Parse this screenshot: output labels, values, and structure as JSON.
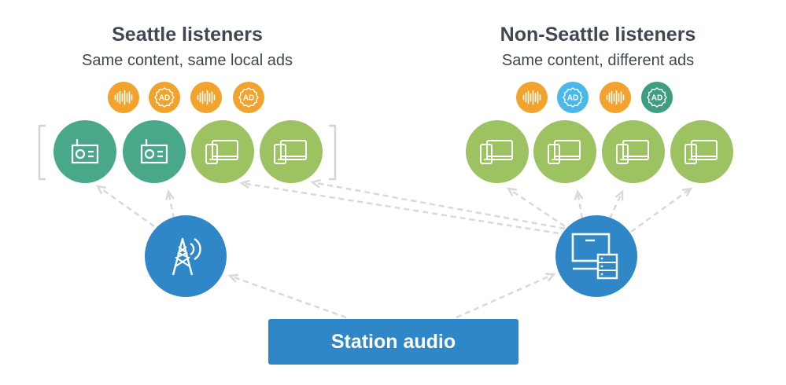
{
  "left_group": {
    "title": "Seattle listeners",
    "subtitle": "Same content, same local ads",
    "ad_chips": [
      {
        "icon": "audio-wave-icon",
        "color": "#f1a32d"
      },
      {
        "icon": "ad-badge-icon",
        "color": "#f1a32d"
      },
      {
        "icon": "audio-wave-icon",
        "color": "#f1a32d"
      },
      {
        "icon": "ad-badge-icon",
        "color": "#f1a32d"
      }
    ],
    "devices": [
      {
        "icon": "radio-icon",
        "color": "#4aa88a"
      },
      {
        "icon": "radio-icon",
        "color": "#4aa88a"
      },
      {
        "icon": "phone-tablet-icon",
        "color": "#9cc261"
      },
      {
        "icon": "phone-tablet-icon",
        "color": "#9cc261"
      }
    ]
  },
  "right_group": {
    "title": "Non-Seattle listeners",
    "subtitle": "Same content, different ads",
    "ad_chips": [
      {
        "icon": "audio-wave-icon",
        "color": "#f1a32d"
      },
      {
        "icon": "ad-badge-icon",
        "color": "#4ab8e8"
      },
      {
        "icon": "audio-wave-icon",
        "color": "#f1a32d"
      },
      {
        "icon": "ad-badge-icon",
        "color": "#3f9e80"
      }
    ],
    "devices": [
      {
        "icon": "phone-tablet-icon",
        "color": "#9cc261"
      },
      {
        "icon": "phone-tablet-icon",
        "color": "#9cc261"
      },
      {
        "icon": "phone-tablet-icon",
        "color": "#9cc261"
      },
      {
        "icon": "phone-tablet-icon",
        "color": "#9cc261"
      }
    ]
  },
  "sources": [
    {
      "icon": "broadcast-tower-icon",
      "color": "#2f87c8"
    },
    {
      "icon": "streaming-server-icon",
      "color": "#2f87c8"
    }
  ],
  "station": {
    "label": "Station audio",
    "color": "#2f87c8"
  },
  "ad_badge_text": "AD",
  "connector_color": "#d9d9d9"
}
